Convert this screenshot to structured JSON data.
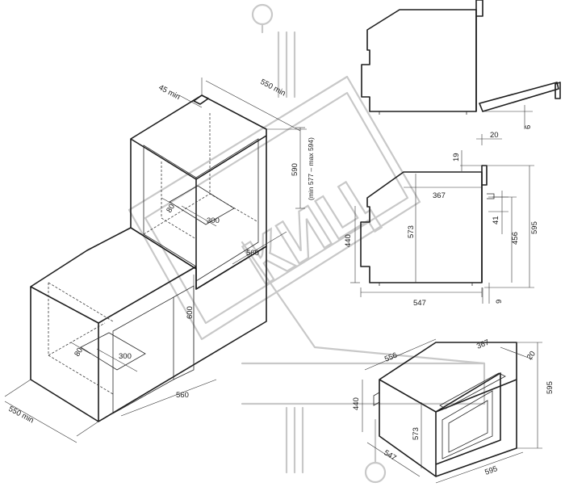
{
  "labels": {
    "upper_depth_min": "550 min",
    "upper_gap_min": "45 min",
    "upper_height": "590",
    "upper_height_range": "(min 577 – max 594)",
    "upper_vent_depth": "80",
    "upper_vent_width": "300",
    "upper_width": "560",
    "lower_height": "600",
    "lower_vent_depth": "80",
    "lower_vent_width": "300",
    "lower_width": "560",
    "lower_depth_min": "550 min",
    "side_door_gap": "6",
    "side_top_20": "20",
    "side_top_19": "19",
    "side_depth_367": "367",
    "side_height_440": "440",
    "side_height_573": "573",
    "side_gap_41": "41",
    "side_height_456": "456",
    "side_height_595": "595",
    "side_bottom_9": "9",
    "side_depth_547": "547",
    "iso_depth_556": "556",
    "iso_depth_367": "367",
    "iso_panel_20": "20",
    "iso_height_595": "595",
    "iso_height_440": "440",
    "iso_height_573": "573",
    "iso_depth_547": "547",
    "iso_width_595": "595"
  },
  "watermark": "КИЦ"
}
